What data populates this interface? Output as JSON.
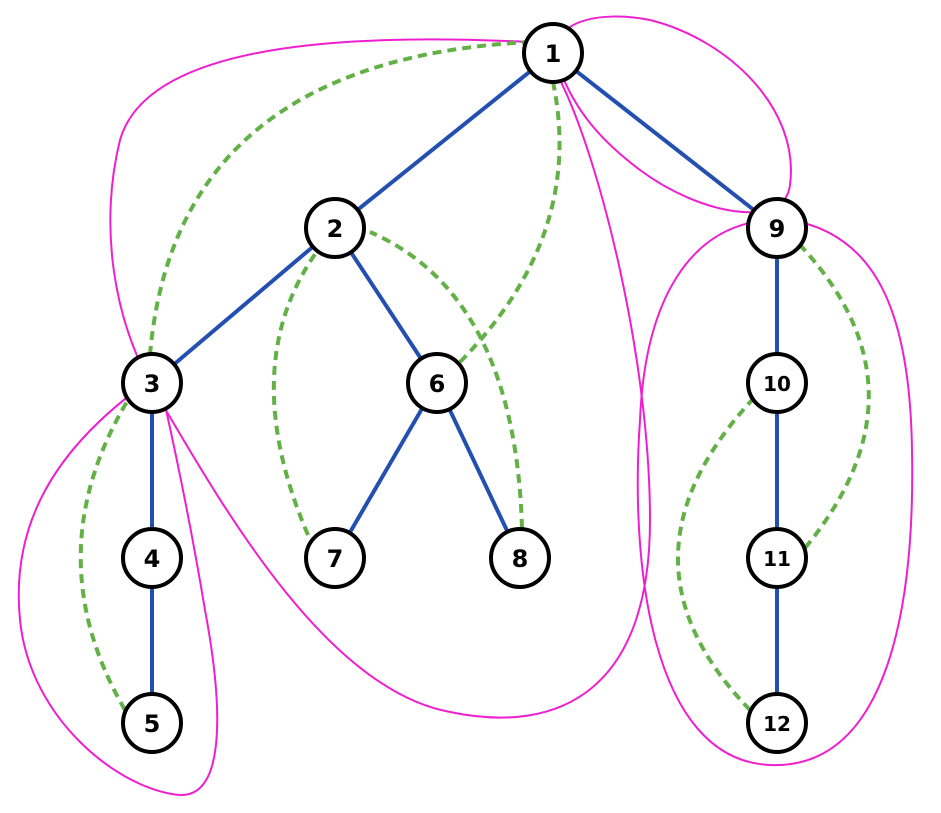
{
  "colors": {
    "tree_edge": "#2350b0",
    "back_edge": "#62b046",
    "block_outline": "#ee1fd0",
    "node_stroke": "#000000",
    "node_fill": "#ffffff"
  },
  "nodes": [
    {
      "id": "1",
      "label": "1"
    },
    {
      "id": "2",
      "label": "2"
    },
    {
      "id": "3",
      "label": "3"
    },
    {
      "id": "4",
      "label": "4"
    },
    {
      "id": "5",
      "label": "5"
    },
    {
      "id": "6",
      "label": "6"
    },
    {
      "id": "7",
      "label": "7"
    },
    {
      "id": "8",
      "label": "8"
    },
    {
      "id": "9",
      "label": "9"
    },
    {
      "id": "10",
      "label": "10"
    },
    {
      "id": "11",
      "label": "11"
    },
    {
      "id": "12",
      "label": "12"
    }
  ],
  "tree_edges": [
    {
      "from": "1",
      "to": "2"
    },
    {
      "from": "1",
      "to": "9"
    },
    {
      "from": "2",
      "to": "3"
    },
    {
      "from": "2",
      "to": "6"
    },
    {
      "from": "3",
      "to": "4"
    },
    {
      "from": "4",
      "to": "5"
    },
    {
      "from": "6",
      "to": "7"
    },
    {
      "from": "6",
      "to": "8"
    },
    {
      "from": "9",
      "to": "10"
    },
    {
      "from": "10",
      "to": "11"
    },
    {
      "from": "11",
      "to": "12"
    }
  ],
  "back_edges": [
    {
      "from": "3",
      "to": "1"
    },
    {
      "from": "6",
      "to": "1"
    },
    {
      "from": "7",
      "to": "2"
    },
    {
      "from": "8",
      "to": "2"
    },
    {
      "from": "5",
      "to": "3"
    },
    {
      "from": "11",
      "to": "9"
    },
    {
      "from": "12",
      "to": "10"
    }
  ],
  "blocks": [
    {
      "id": "block-1-2-3-6-7-8",
      "members": [
        "1",
        "2",
        "3",
        "6",
        "7",
        "8"
      ]
    },
    {
      "id": "block-1-9",
      "members": [
        "1",
        "9"
      ]
    },
    {
      "id": "block-3-4-5",
      "members": [
        "3",
        "4",
        "5"
      ]
    },
    {
      "id": "block-9-10-11-12",
      "members": [
        "9",
        "10",
        "11",
        "12"
      ]
    }
  ]
}
